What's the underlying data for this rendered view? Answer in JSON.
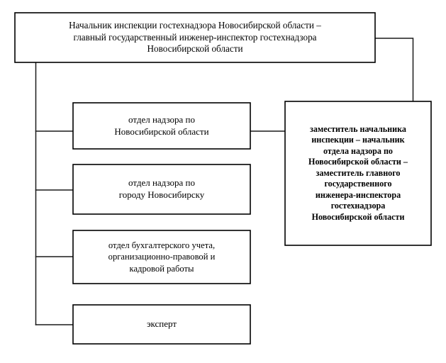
{
  "diagram": {
    "type": "organizational-chart",
    "title_visible": false,
    "background_color": "#ffffff",
    "line_color": "#1a1a1a",
    "text_color": "#000000",
    "nodes": {
      "head": {
        "id": "head",
        "label": "Начальник инспекции гостехнадзора Новосибирской области –\nглавный государственный инженер-инспектор гостехнадзора\nНовосибирской области",
        "level": 0
      },
      "deputy": {
        "id": "deputy",
        "label": "заместитель начальника\nинспекции – начальник\nотдела надзора по\nНовосибирской области –\nзаместитель главного\nгосударственного\nинженера-инспектора\nгостехнадзора\nНовосибирской области",
        "level": 1
      },
      "dept_oblast": {
        "id": "dept_oblast",
        "label": "отдел надзора по\nНовосибирской области",
        "level": 1
      },
      "dept_city": {
        "id": "dept_city",
        "label": "отдел надзора по\nгороду Новосибирску",
        "level": 1
      },
      "dept_accounting": {
        "id": "dept_accounting",
        "label": "отдел бухгалтерского учета,\nорганизационно-правовой и\nкадровой работы",
        "level": 1
      },
      "expert": {
        "id": "expert",
        "label": "эксперт",
        "level": 1
      }
    },
    "edges": [
      {
        "from": "head",
        "to": "dept_oblast"
      },
      {
        "from": "head",
        "to": "dept_city"
      },
      {
        "from": "head",
        "to": "dept_accounting"
      },
      {
        "from": "head",
        "to": "expert"
      },
      {
        "from": "head",
        "to": "deputy"
      },
      {
        "from": "dept_oblast",
        "to": "deputy"
      }
    ]
  }
}
